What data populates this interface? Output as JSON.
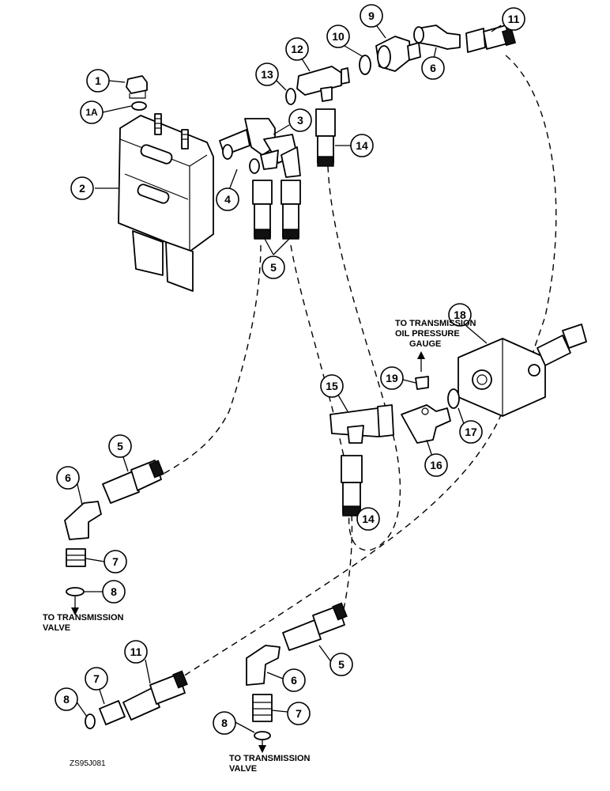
{
  "callouts": {
    "c1": "1",
    "c1a": "1A",
    "c2": "2",
    "c3": "3",
    "c4": "4",
    "c5a": "5",
    "c5b": "5",
    "c5c": "5",
    "c6a": "6",
    "c6b": "6",
    "c6c": "6",
    "c7a": "7",
    "c7b": "7",
    "c7c": "7",
    "c8a": "8",
    "c8b": "8",
    "c8c": "8",
    "c9": "9",
    "c10": "10",
    "c11a": "11",
    "c11b": "11",
    "c12": "12",
    "c13": "13",
    "c14a": "14",
    "c14b": "14",
    "c15": "15",
    "c16": "16",
    "c17": "17",
    "c18": "18",
    "c19": "19"
  },
  "notes": {
    "gauge_line1": "TO TRANSMISSION",
    "gauge_line2": "OIL PRESSURE",
    "gauge_line3": "GAUGE",
    "valve_left_line1": "TO TRANSMISSION",
    "valve_left_line2": "VALVE",
    "valve_bottom_line1": "TO TRANSMISSION",
    "valve_bottom_line2": "VALVE"
  },
  "figure_code": "ZS95J081"
}
